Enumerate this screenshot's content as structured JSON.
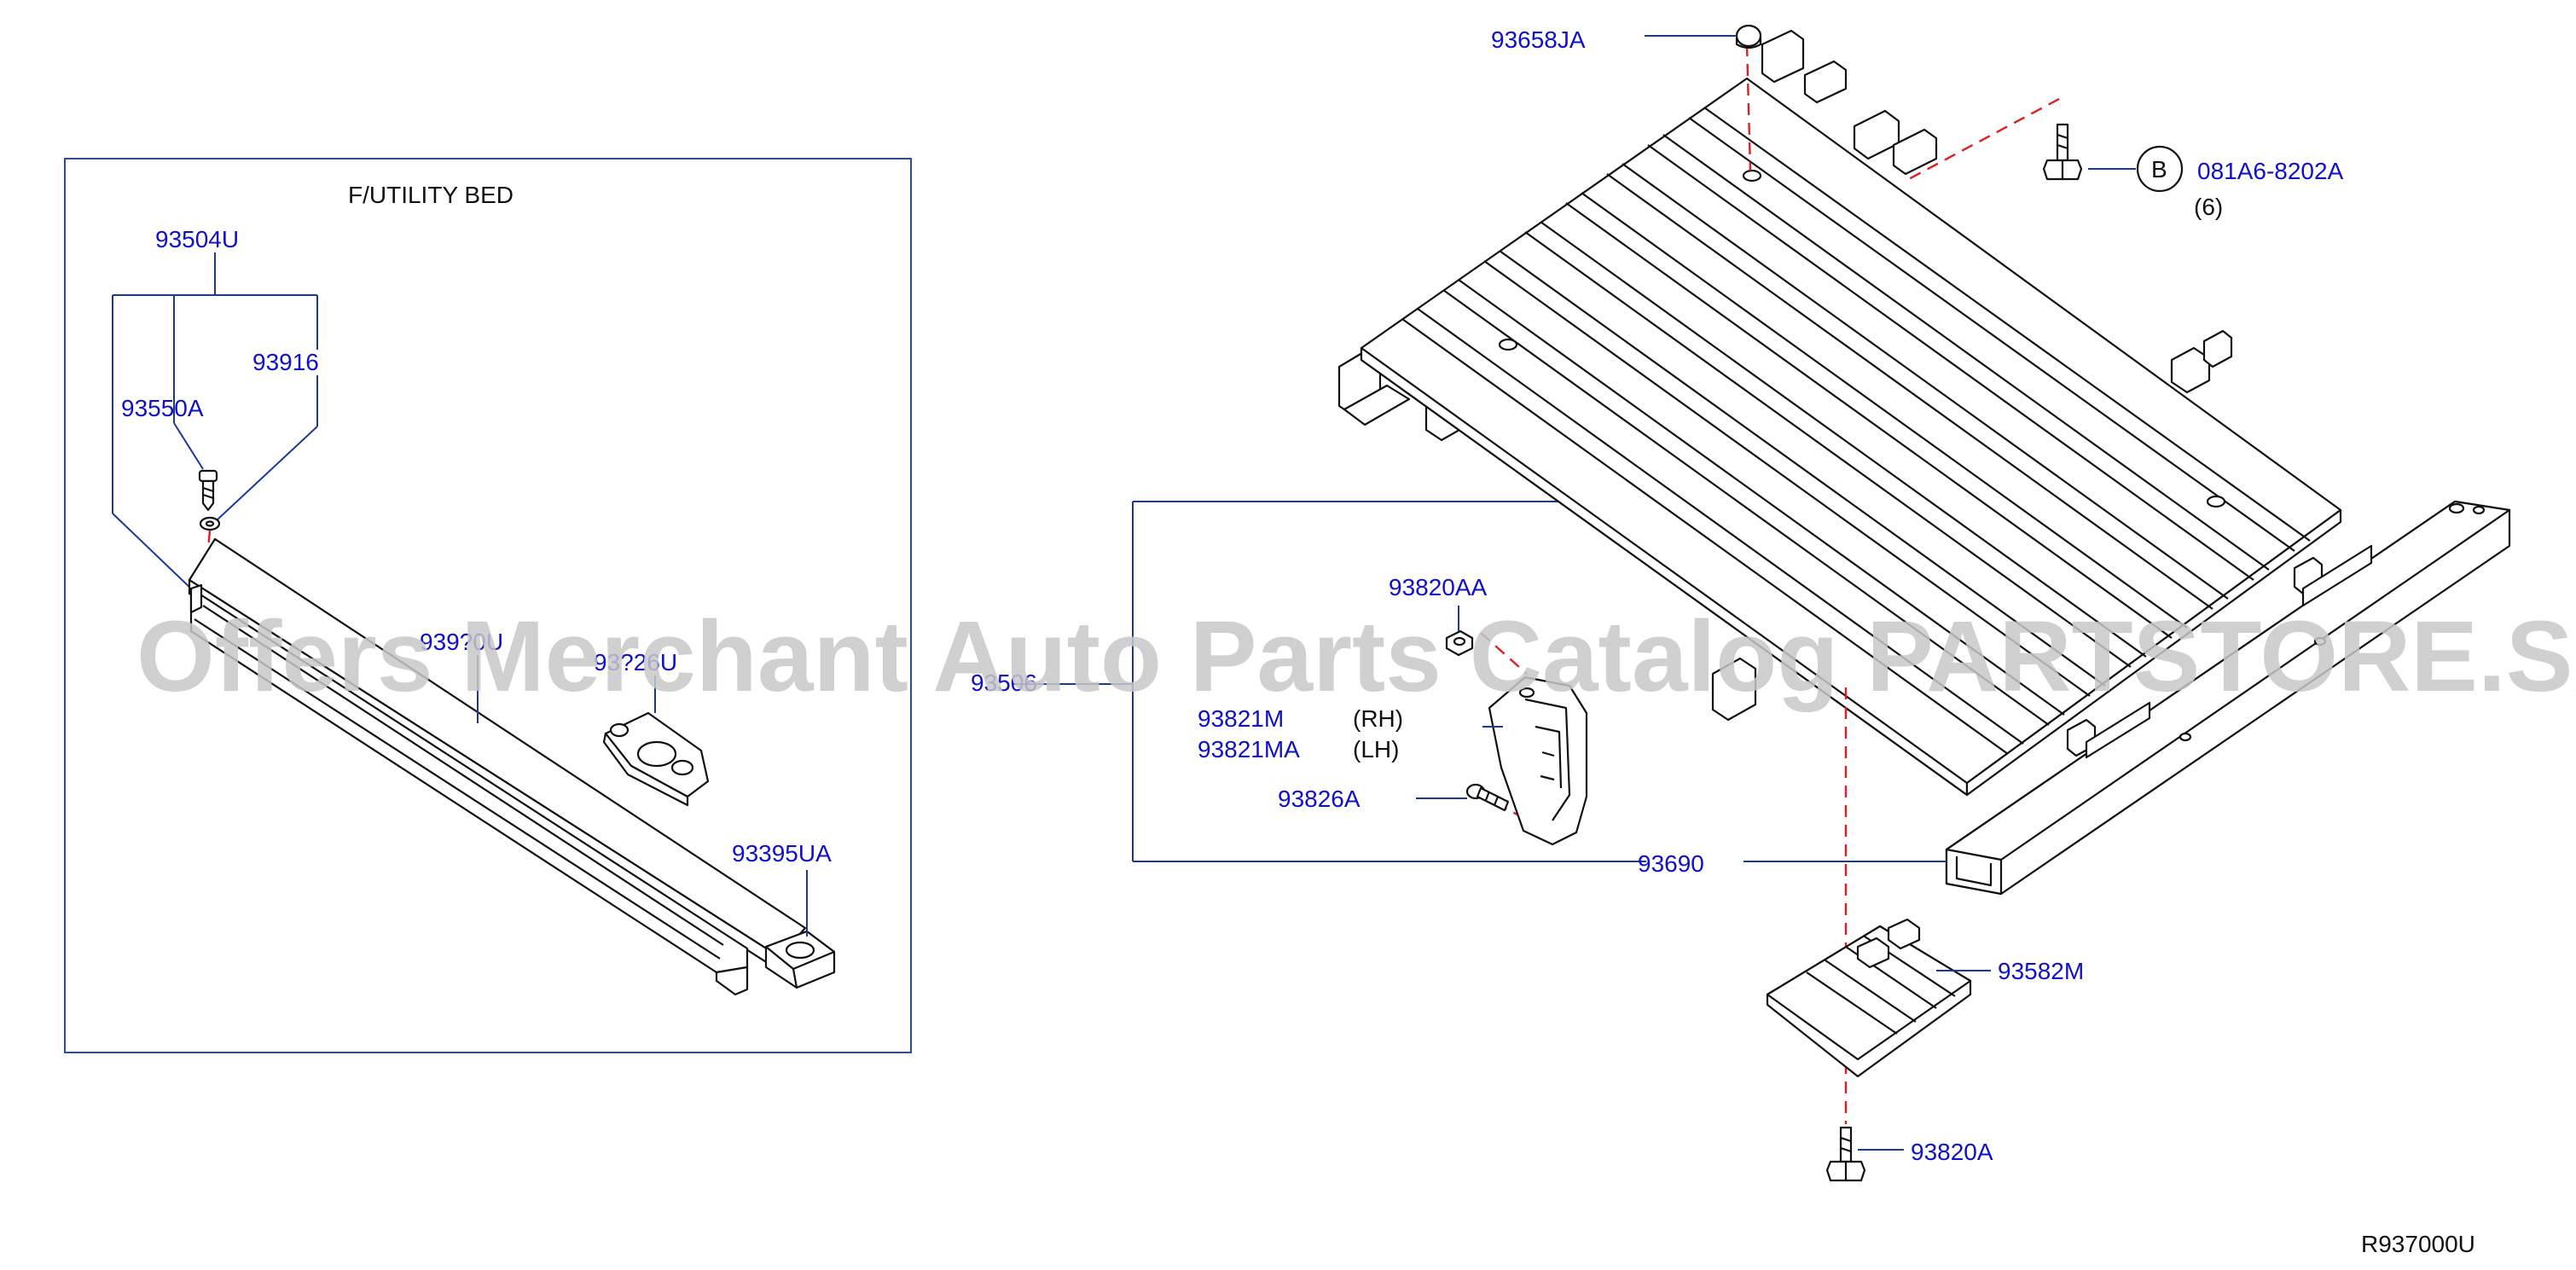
{
  "diagram": {
    "inset_title": "F/UTILITY   BED",
    "callouts": {
      "p93504U": "93504U",
      "p93916": "93916",
      "p93550A": "93550A",
      "p9339xU": "939?0U",
      "p93x26x": "93?26U",
      "p93395UA": "93395UA",
      "p935xx": "93506",
      "p93658JA": "93658JA",
      "p081A6": "081A6-8202A",
      "qty6": "(6)",
      "circleB": "B",
      "p93820AA": "93820AA",
      "p93821M": "93821M",
      "p93821MA": "93821MA",
      "rh": "(RH)",
      "lh": "(LH)",
      "p93826A": "93826A",
      "p93690": "93690",
      "p93582M": "93582M",
      "p93820A": "93820A"
    },
    "reference_code": "R937000U",
    "watermark": "Offers Merchant Auto Parts Catalog PARTSTORE.SA"
  },
  "colors": {
    "callout_text": "#1010cc",
    "leader_line": "#1a3a9a",
    "phantom_line": "#e02020",
    "line_art": "#111111",
    "watermark": "#c8c8c8"
  }
}
